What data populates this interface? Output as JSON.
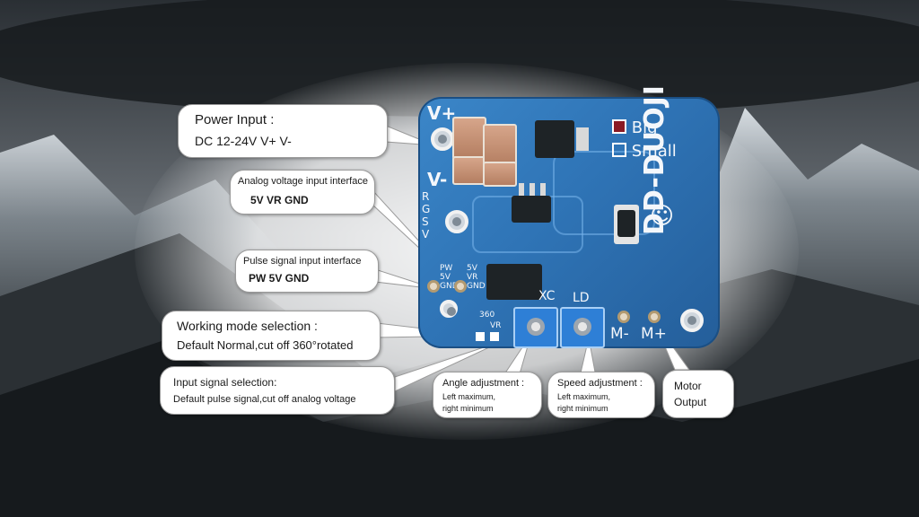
{
  "board": {
    "brand": "DD-DUOJI",
    "size_big": "Big",
    "size_small": "Small",
    "pin_vplus": "V+",
    "pin_vminus": "V-",
    "pin_row_r": "R",
    "pin_row_g": "G",
    "pin_row_s": "S",
    "pin_row_v": "V",
    "header_pw": "PW",
    "header_5v": "5V",
    "header_gnd": "GND",
    "header_5v_2": "5V",
    "header_vr": "VR",
    "header_gnd_2": "GND",
    "label_360": "360",
    "label_vr": "VR",
    "pot_xc": "XC",
    "pot_ld": "LD",
    "motor_minus": "M-",
    "motor_plus": "M+"
  },
  "callouts": {
    "power_input": {
      "title": "Power Input :",
      "detail": "DC  12-24V  V+    V-"
    },
    "analog_input": {
      "title": "Analog voltage input interface",
      "detail": "5V      VR      GND"
    },
    "pulse_input": {
      "title": "Pulse signal input interface",
      "detail": "PW      5V      GND"
    },
    "working_mode": {
      "title": "Working mode selection :",
      "detail": "Default Normal,cut off 360°rotated"
    },
    "input_signal": {
      "title": "Input signal selection:",
      "detail": "Default pulse signal,cut off analog voltage"
    },
    "angle_adjust": {
      "title": "Angle adjustment :",
      "detail1": "Left maximum,",
      "detail2": "right minimum"
    },
    "speed_adjust": {
      "title": "Speed adjustment :",
      "detail1": "Left maximum,",
      "detail2": "right minimum"
    },
    "motor_output": {
      "title": "Motor",
      "detail": "Output"
    }
  }
}
